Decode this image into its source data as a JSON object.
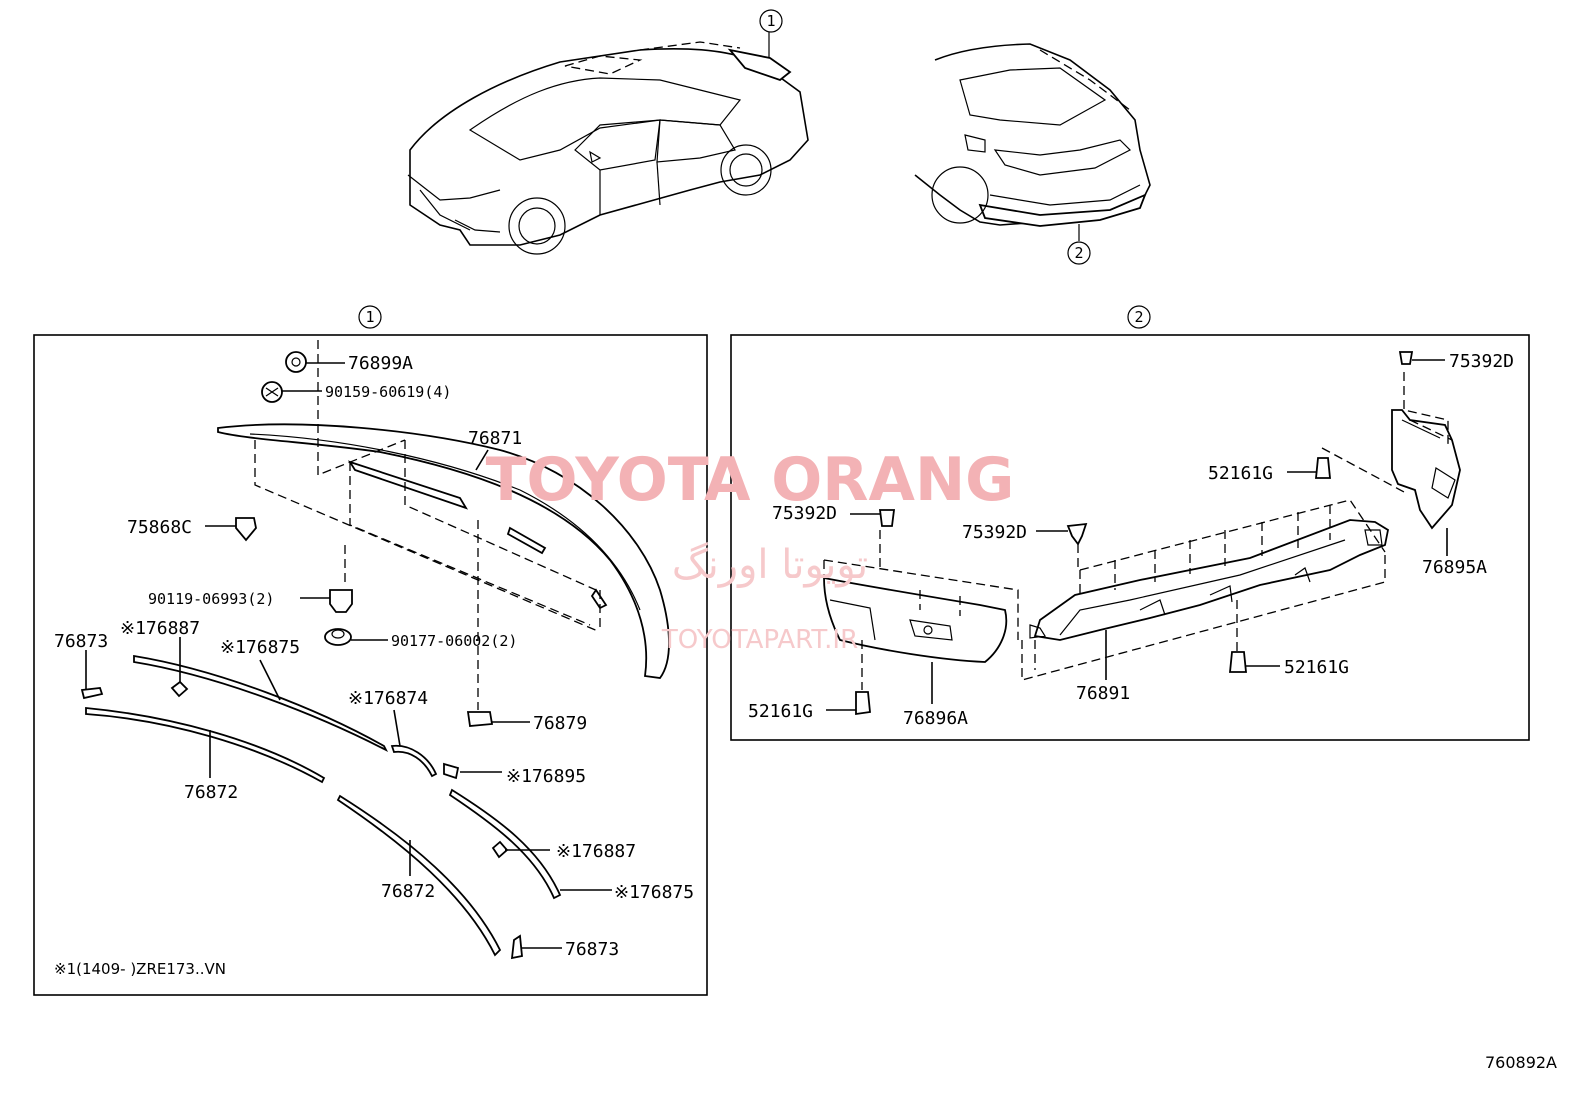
{
  "callouts": {
    "one": "1",
    "two": "2"
  },
  "labels": {
    "p76899A": "76899A",
    "p90159": "90159-60619(4)",
    "p76871": "76871",
    "p75868C": "75868C",
    "p90119": "90119-06993(2)",
    "p90177": "90177-06002(2)",
    "p76873a": "76873",
    "p176887a": "※176887",
    "p176875a": "※176875",
    "p176874": "※176874",
    "p76879": "76879",
    "p176895": "※176895",
    "p76872a": "76872",
    "p176887b": "※176887",
    "p76872b": "76872",
    "p176875b": "※176875",
    "p76873b": "76873",
    "p75392D_top": "75392D",
    "p52161G_top": "52161G",
    "p75392D_left": "75392D",
    "p75392D_mid": "75392D",
    "p76895A": "76895A",
    "p52161G_mid": "52161G",
    "p52161G_left": "52161G",
    "p76896A": "76896A",
    "p76891": "76891"
  },
  "footnote": "※1(1409-      )ZRE173..VN",
  "drawing_code": "760892A",
  "watermark": {
    "brand": "TOYOTA ORANG",
    "farsi": "تویوتا اورنگ",
    "url": "TOYOTAPART.IR",
    "color": "#f3b2b5"
  }
}
